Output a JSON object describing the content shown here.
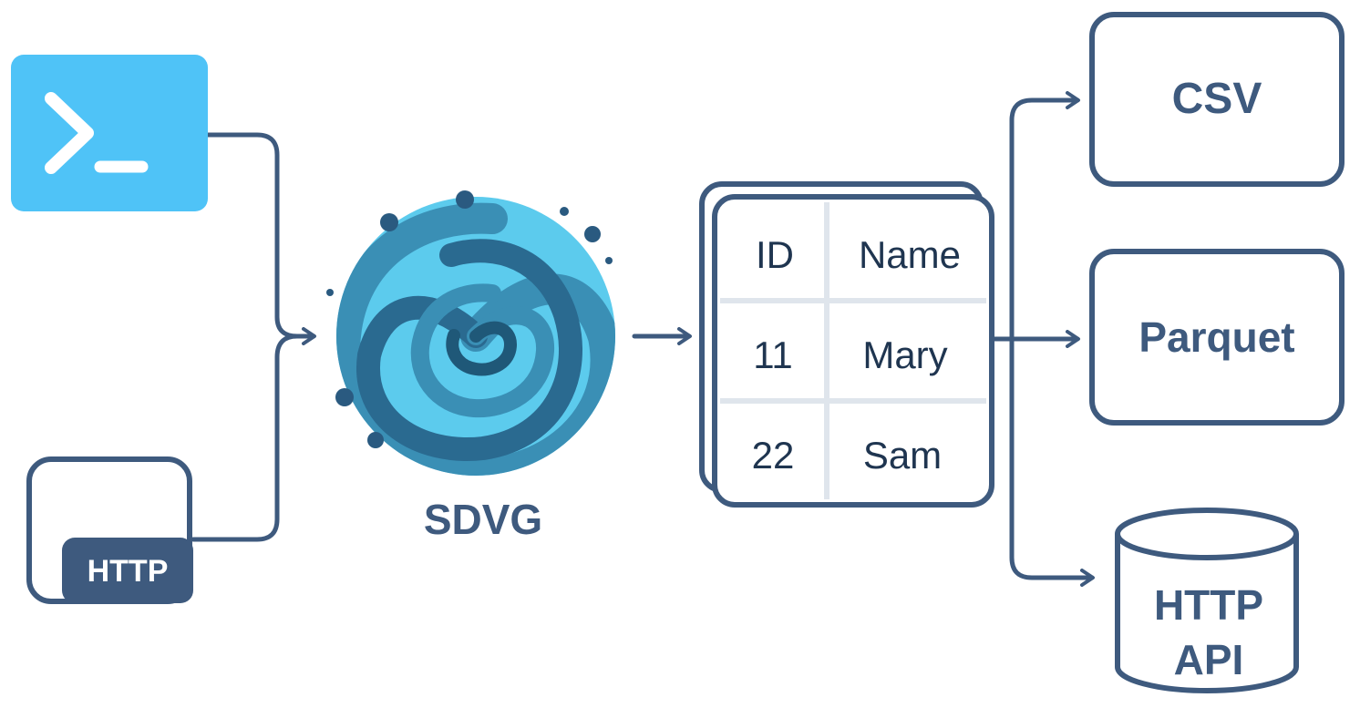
{
  "colors": {
    "stroke": "#3e5a7e",
    "terminal_fill": "#4fc3f7",
    "terminal_glyph": "#ffffff",
    "http_badge": "#3e5a7e",
    "http_badge_text": "#ffffff",
    "swirl_light": "#5ccbed",
    "swirl_mid": "#3a8fb5",
    "swirl_dark": "#2a6a90",
    "table_grid": "#dfe5ec"
  },
  "icons": {
    "terminal": "terminal-prompt-icon",
    "http_source": "http-window-icon",
    "engine": "swirl-logo-icon",
    "table": "data-table-icon",
    "database": "database-cylinder-icon"
  },
  "sources": {
    "http_badge": "HTTP"
  },
  "engine": {
    "label": "SDVG"
  },
  "table": {
    "headers": [
      "ID",
      "Name"
    ],
    "rows": [
      [
        "11",
        "Mary"
      ],
      [
        "22",
        "Sam"
      ]
    ]
  },
  "outputs": {
    "csv": "CSV",
    "parquet": "Parquet",
    "api_line1": "HTTP",
    "api_line2": "API"
  }
}
